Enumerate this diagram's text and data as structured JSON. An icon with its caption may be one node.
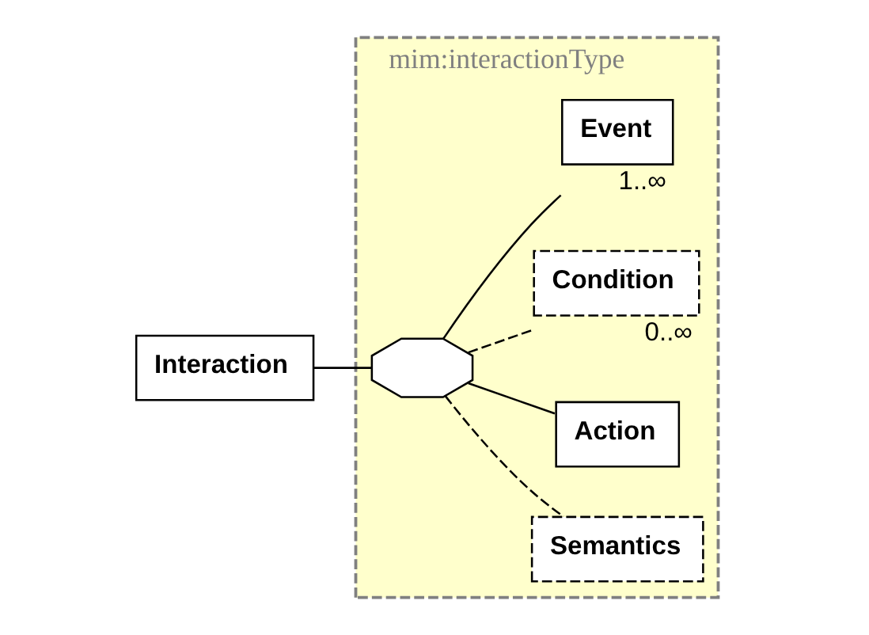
{
  "diagram": {
    "nodes": [
      {
        "text": [
          "Interaction"
        ]
      },
      {
        "text": [
          "mim:interactionType"
        ]
      },
      {
        "text": [],
        "shape": "octagon",
        "in": 1
      },
      {
        "text": [
          "Event"
        ],
        "in": 1,
        "beside": [
          "1..∞"
        ]
      },
      {
        "text": [
          "Condition"
        ],
        "in": 1,
        "beside": [
          "0..∞"
        ]
      },
      {
        "text": [
          "Action"
        ],
        "in": 1
      },
      {
        "text": [
          "Semantics"
        ],
        "in": 1
      }
    ],
    "edges": [
      {
        "from": 0,
        "to": 2,
        "arrow": "none"
      },
      {
        "from": 2,
        "to": 3,
        "arrow": "none"
      },
      {
        "from": 2,
        "to": 4,
        "arrow": "none",
        "style": "dashed"
      },
      {
        "from": 2,
        "to": 5,
        "arrow": "none"
      },
      {
        "from": 2,
        "to": 6,
        "arrow": "none",
        "style": "dashed"
      }
    ]
  }
}
